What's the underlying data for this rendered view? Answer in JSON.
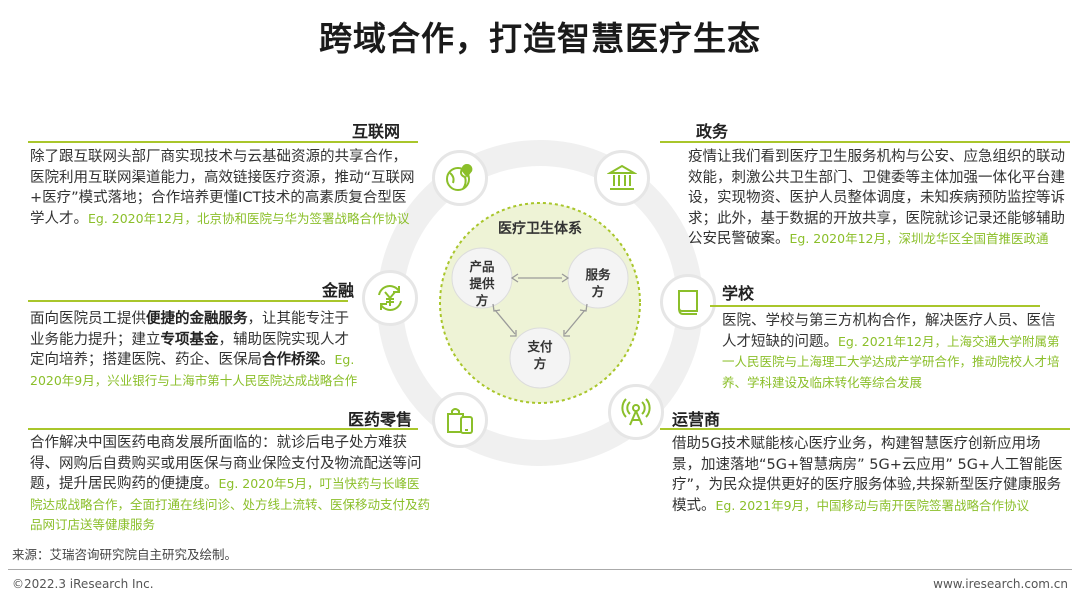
{
  "title": "跨域合作，打造智慧医疗生态",
  "center": {
    "title": "医疗卫生体系",
    "nodes": [
      "产品\n提供\n方",
      "服务\n方",
      "支付\n方"
    ]
  },
  "sections": {
    "internet": {
      "heading": "互联网",
      "text": "除了跟互联网头部厂商实现技术与云基础资源的共享合作，医院利用互联网渠道能力，高效链接医疗资源，推动“互联网+医疗”模式落地；合作培养更懂ICT技术的高素质复合型医学人才。",
      "eg": "Eg. 2020年12月，北京协和医院与华为签署战略合作协议"
    },
    "finance": {
      "heading": "金融",
      "text_a": "面向医院员工提供",
      "bold_a": "便捷的金融服务",
      "text_b": "，让其能专注于业务能力提升；建立",
      "bold_b": "专项基金",
      "text_c": "，辅助医院实现人才定向培养；搭建医院、药企、医保局",
      "bold_c": "合作桥梁",
      "text_d": "。",
      "eg": "Eg. 2020年9月，兴业银行与上海市第十人民医院达成战略合作"
    },
    "retail": {
      "heading": "医药零售",
      "text": "合作解决中国医药电商发展所面临的：就诊后电子处方难获得、网购后自费购买或用医保与商业保险支付及物流配送等问题，提升居民购药的便捷度。",
      "eg": "Eg. 2020年5月，叮当快药与长峰医院达成战略合作，全面打通在线问诊、处方线上流转、医保移动支付及药品网订店送等健康服务"
    },
    "government": {
      "heading": "政务",
      "text": "疫情让我们看到医疗卫生服务机构与公安、应急组织的联动效能，刺激公共卫生部门、卫健委等主体加强一体化平台建设，实现物资、医护人员整体调度，未知疾病预防监控等诉求；此外，基于数据的开放共享，医院就诊记录还能够辅助公安民警破案。",
      "eg": "Eg. 2020年12月，深圳龙华区全国首推医政通"
    },
    "school": {
      "heading": "学校",
      "text": "医院、学校与第三方机构合作，解决医疗人员、医信人才短缺的问题。",
      "eg": "Eg. 2021年12月，上海交通大学附属第一人民医院与上海理工大学达成产学研合作，推动院校人才培养、学科建设及临床转化等综合发展"
    },
    "operator": {
      "heading": "运营商",
      "text": "借助5G技术赋能核心医疗业务，构建智慧医疗创新应用场景，加速落地“5G+智慧病房” 5G+云应用” 5G+人工智能医疗”，为民众提供更好的医疗服务体验,共探新型医疗健康服务模式。",
      "eg": "Eg. 2021年9月，中国移动与南开医院签署战略合作协议"
    }
  },
  "icons": {
    "internet": "globe-location-icon",
    "finance": "yen-exchange-icon",
    "retail": "shopping-bag-phone-icon",
    "government": "government-building-icon",
    "school": "book-icon",
    "operator": "signal-tower-icon"
  },
  "colors": {
    "accent": "#8bbf2a",
    "line": "#a9c62b"
  },
  "source": "来源：艾瑞咨询研究院自主研究及绘制。",
  "footer": {
    "left": "©2022.3 iResearch Inc.",
    "right": "www.iresearch.com.cn"
  }
}
